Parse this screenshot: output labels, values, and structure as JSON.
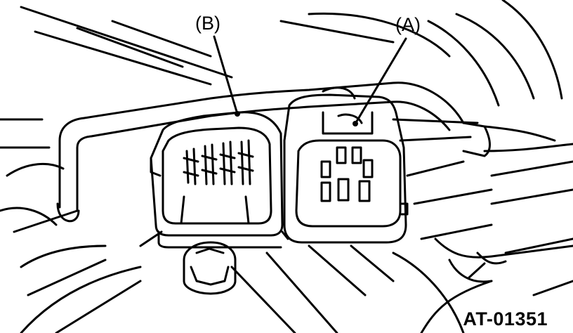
{
  "callouts": {
    "b": "(B)",
    "a": "(A)"
  },
  "figure_id": "AT-01351",
  "colors": {
    "ink": "#000000",
    "paper": "#ffffff"
  }
}
